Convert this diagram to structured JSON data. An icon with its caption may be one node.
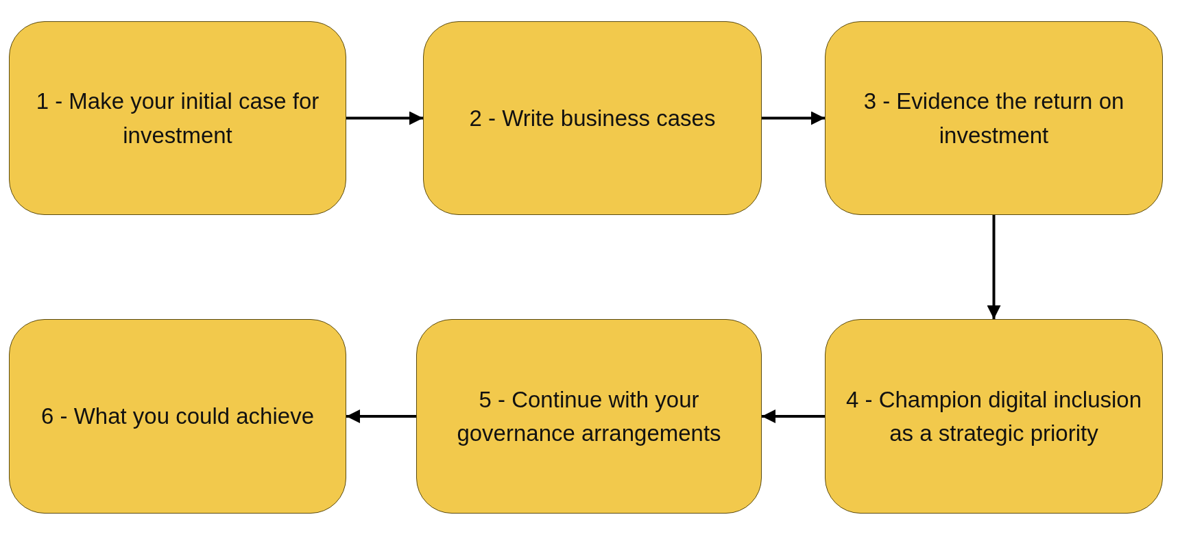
{
  "diagram": {
    "nodes": [
      {
        "text": [
          "1 - Make your initial case for investment"
        ]
      },
      {
        "text": [
          "2 - Write business cases"
        ]
      },
      {
        "text": [
          "3 - Evidence the return on investment"
        ]
      },
      {
        "text": [
          "4 - Champion digital inclusion as a strategic priority"
        ]
      },
      {
        "text": [
          "5 - Continue with your governance arrangements"
        ]
      },
      {
        "text": [
          "6 - What you could achieve"
        ]
      }
    ],
    "edges": [
      {
        "from": 0,
        "to": 1,
        "arrow": "to"
      },
      {
        "from": 1,
        "to": 2,
        "arrow": "to"
      },
      {
        "from": 2,
        "to": 3,
        "arrow": "to"
      },
      {
        "from": 3,
        "to": 4,
        "arrow": "to"
      },
      {
        "from": 4,
        "to": 5,
        "arrow": "to"
      }
    ]
  }
}
